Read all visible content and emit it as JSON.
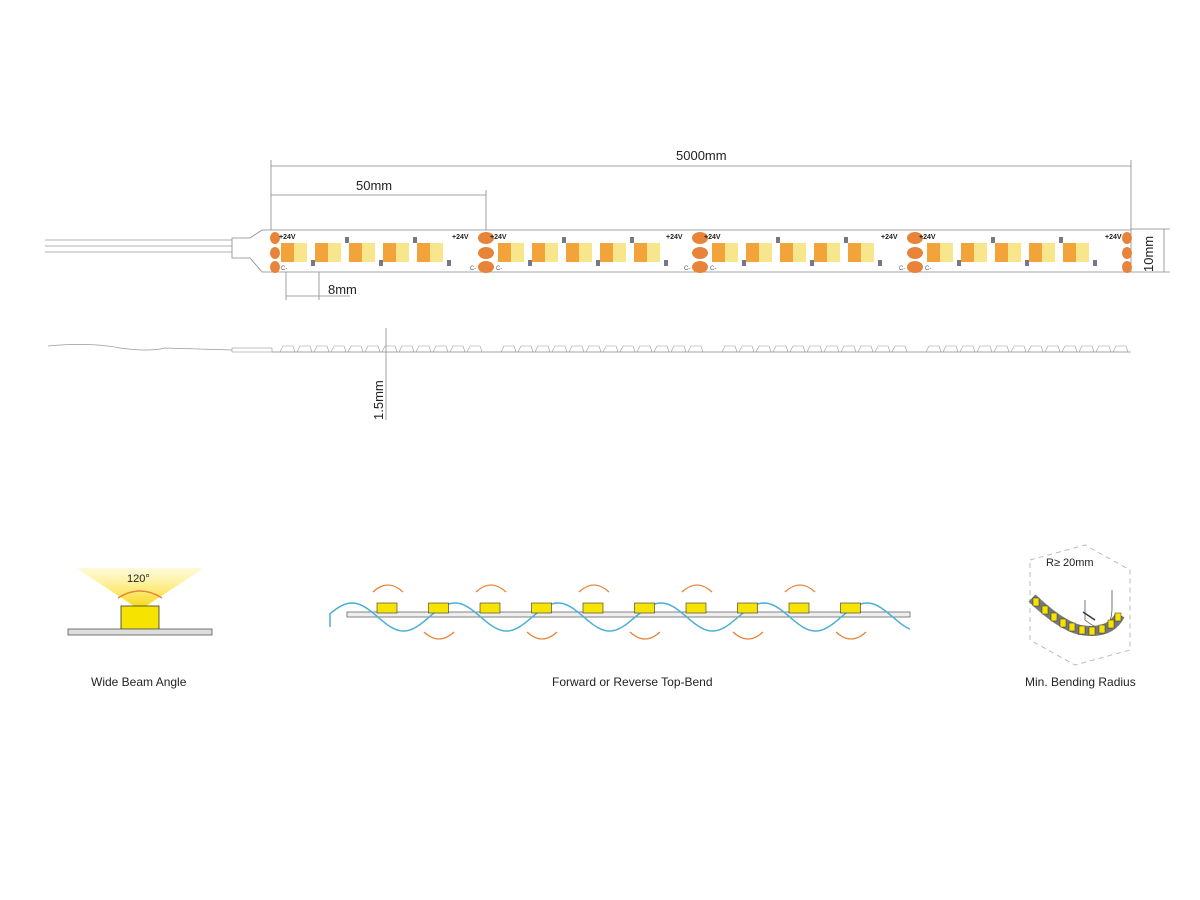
{
  "dimensions": {
    "total_length": "5000mm",
    "cut_length": "50mm",
    "led_pitch": "8mm",
    "width": "10mm",
    "thickness": "1.5mm"
  },
  "strip": {
    "plus_label": "+24V",
    "minus_label": "C-",
    "color_warm": "#f2a33a",
    "color_cool": "#f7e68c",
    "pad_color": "#e8843a"
  },
  "features": [
    {
      "label": "Wide Beam Angle",
      "angle": "120°"
    },
    {
      "label": "Forward or Reverse Top-Bend"
    },
    {
      "label": "Min. Bending Radius",
      "radius": "R≥  20mm"
    }
  ]
}
